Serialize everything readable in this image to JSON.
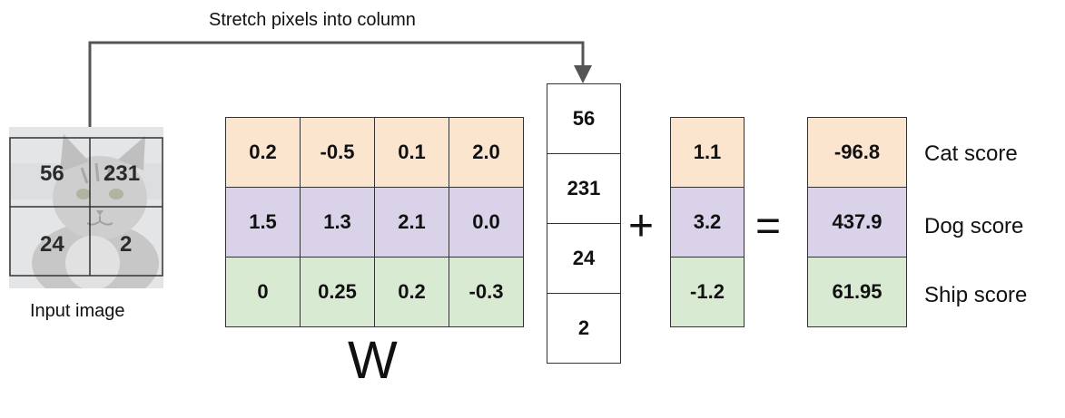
{
  "arrow_label": "Stretch pixels into column",
  "input_image": {
    "caption": "Input image",
    "pixels": [
      "56",
      "231",
      "24",
      "2"
    ]
  },
  "weights": {
    "label": "W",
    "rows": [
      [
        "0.2",
        "-0.5",
        "0.1",
        "2.0"
      ],
      [
        "1.5",
        "1.3",
        "2.1",
        "0.0"
      ],
      [
        "0",
        "0.25",
        "0.2",
        "-0.3"
      ]
    ]
  },
  "pixel_column": [
    "56",
    "231",
    "24",
    "2"
  ],
  "operators": {
    "plus": "+",
    "equals": "="
  },
  "bias": [
    "1.1",
    "3.2",
    "-1.2"
  ],
  "scores": {
    "values": [
      "-96.8",
      "437.9",
      "61.95"
    ],
    "labels": [
      "Cat score",
      "Dog score",
      "Ship score"
    ]
  },
  "colors": {
    "cat_row": "#fbe5cf",
    "dog_row": "#d9d2e9",
    "ship_row": "#d9ead3",
    "arrow": "#555555"
  }
}
